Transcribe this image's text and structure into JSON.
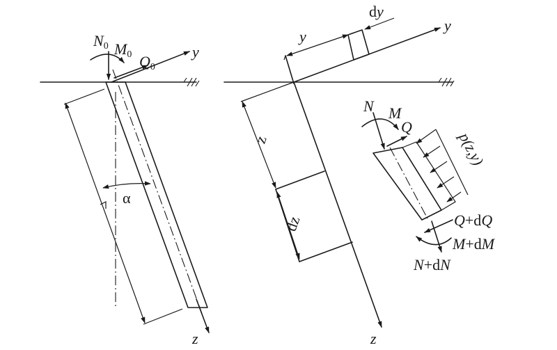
{
  "left": {
    "N0_main": "N",
    "N0_sub": "0",
    "M0_main": "M",
    "M0_sub": "0",
    "Q0_main": "Q",
    "Q0_sub": "0",
    "y_axis": "y",
    "z_axis": "z",
    "alpha": "α"
  },
  "right": {
    "y_axis": "y",
    "y_dim": "y",
    "dy_d": "d",
    "dy_y": "y",
    "z_dim": "z",
    "dz": "dz",
    "z_axis": "z"
  },
  "element": {
    "N": "N",
    "M": "M",
    "Q": "Q",
    "load": "p(z,y)",
    "QdQ_a": "Q",
    "QdQ_b": "+d",
    "QdQ_c": "Q",
    "MdM_a": "M",
    "MdM_b": "+d",
    "MdM_c": "M",
    "NdN_a": "N",
    "NdN_b": "+d",
    "NdN_c": "N"
  }
}
